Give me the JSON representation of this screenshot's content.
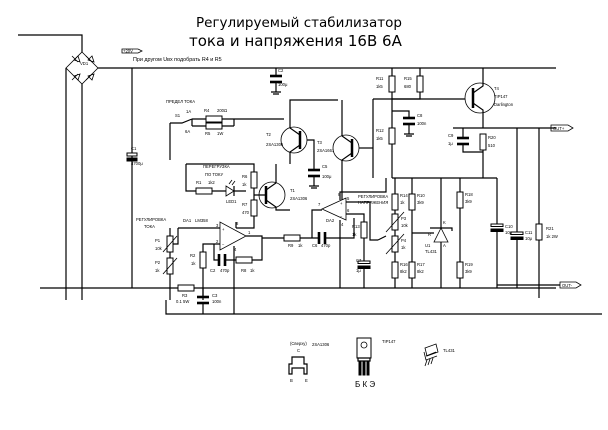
{
  "title": {
    "line1": "Регулируемый стабилизатор",
    "line2": "тока и напряжения 16В 6А"
  },
  "note": "При другом Uвх подобрать R4  и R5",
  "ports": {
    "input": "+20V",
    "output_pos": "OUT+",
    "output_neg": "OUT-"
  },
  "labels": {
    "bridge": "VD1",
    "current_limit": "ПРЕДЕЛ ТОКА",
    "switch": "S1",
    "switch_pos1": "1A",
    "switch_pos2": "6A",
    "r4": "R4",
    "r4_val": "200Ω",
    "r5": "R5",
    "r5_val": "1W",
    "c1": "C1",
    "c1_val": "4700μ",
    "c2": "C2",
    "c2_val": "100μ",
    "t2": "T2",
    "t2_type": "2SA1306",
    "t3": "T3",
    "t3_type": "2SA1661",
    "c5": "C5",
    "c5_val": "100μ",
    "r11": "R11",
    "r11_val": "1k5",
    "r15": "R15",
    "r15_val": "680",
    "c8": "C8",
    "c8_val": "100n",
    "r12": "R12",
    "r12_val": "1k5",
    "t4": "T4",
    "t4_type": "TIP147",
    "t4_note": "Darlington",
    "c9": "C9",
    "c9_val": "1μ",
    "r20": "R20",
    "r20_val": "510",
    "overload": "ПЕРЕГРУЗКА",
    "overload2": "ПО ТОКУ",
    "r1": "R1",
    "r1_val": "1k2",
    "led": "LED1",
    "r6": "R6",
    "r6_val": "1k",
    "r7": "R7",
    "r7_val": "470",
    "t1": "T1",
    "t1_type": "2SA1306",
    "da1": "DA1",
    "da1_type": "LM358",
    "current_adj": "РЕГУЛИРОВКА",
    "current_adj2": "ТОКА",
    "p1": "P1",
    "p1_val": "10k",
    "p2": "P2",
    "p2_val": "1k",
    "r2": "R2",
    "r2_val": "1k",
    "c2b": "C2",
    "c2b_val": "470p",
    "r8": "R8",
    "r8_val": "1k",
    "r3": "R3",
    "r3_val": "0.1 5W",
    "c3": "C3",
    "c3_val": "100n",
    "r9": "R9",
    "r9_val": "1k",
    "c6": "C6",
    "c6_val": "470p",
    "da2": "DA2",
    "voltage_adj": "РЕГУЛИРОВКА",
    "voltage_adj2": "НАПРЯЖЕНИЯ",
    "r13": "R13",
    "r13_val": "1k",
    "c7": "C7",
    "c7_val": "1μ",
    "r14": "R14",
    "r14_val": "1k",
    "p3": "P3",
    "p3_val": "10k",
    "p4": "P4",
    "p4_val": "1k",
    "r16": "R16",
    "r16_val": "8k2",
    "r17": "R17",
    "r17_val": "8k2",
    "r18": "R18",
    "r18_val": "3k9",
    "r19": "R19",
    "r19_val": "3k9",
    "r10": "R10",
    "r10_val": "3k9",
    "u1": "U1",
    "u1_type": "TL431",
    "u1_pin_a": "A",
    "u1_pin_k": "K",
    "u1_pin_r": "R",
    "c10": "C10",
    "c10_val": "10μ",
    "c11": "C11",
    "c11_val": "10μ",
    "r21": "R21",
    "r21_val": "1k 2W",
    "pin2": "2",
    "pin3": "3",
    "pin4": "4",
    "pin8": "8",
    "pin1": "1",
    "pin5": "5",
    "pin6": "6",
    "pin7": "7"
  },
  "pinouts": {
    "smd_label": "(Сверху)",
    "smd_type": "2SA1306",
    "smd_pin_c": "C",
    "smd_pin_b": "B",
    "smd_pin_e": "E",
    "tip_type": "TIP147",
    "tip_pins": "Б К Э",
    "tl_type": "TL431"
  }
}
